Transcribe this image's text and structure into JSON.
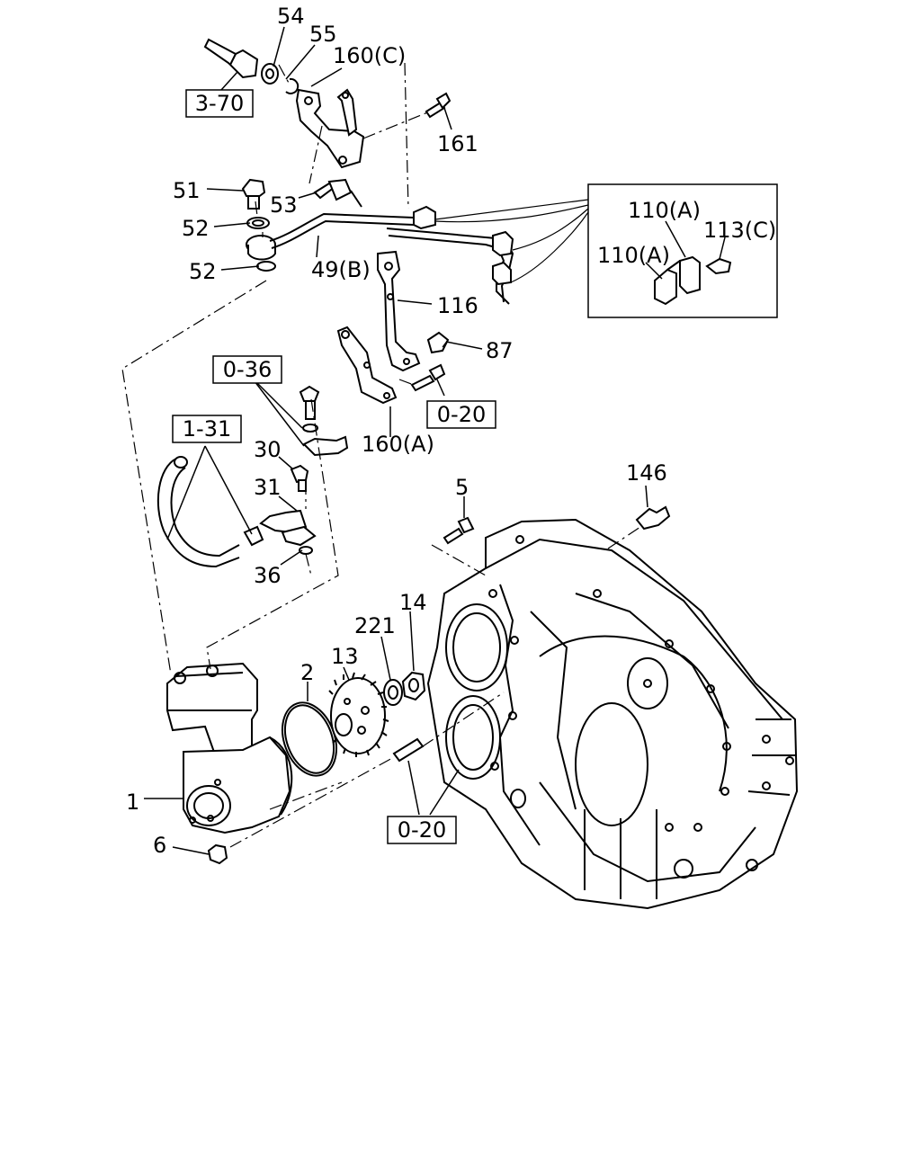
{
  "labels": {
    "p54": "54",
    "p55": "55",
    "p160c": "160(C)",
    "p161": "161",
    "p51": "51",
    "p53": "53",
    "p52a": "52",
    "p52b": "52",
    "p49b": "49(B)",
    "p116": "116",
    "p87": "87",
    "p160a": "160(A)",
    "p30": "30",
    "p31": "31",
    "p36": "36",
    "p5": "5",
    "p146": "146",
    "p14": "14",
    "p221": "221",
    "p13": "13",
    "p2": "2",
    "p1": "1",
    "p6": "6",
    "p110a_1": "110(A)",
    "p113c": "113(C)",
    "p110a_2": "110(A)"
  },
  "refs": {
    "r370": "3-70",
    "r036": "0-36",
    "r131": "1-31",
    "r020_upper": "0-20",
    "r020_lower": "0-20"
  }
}
